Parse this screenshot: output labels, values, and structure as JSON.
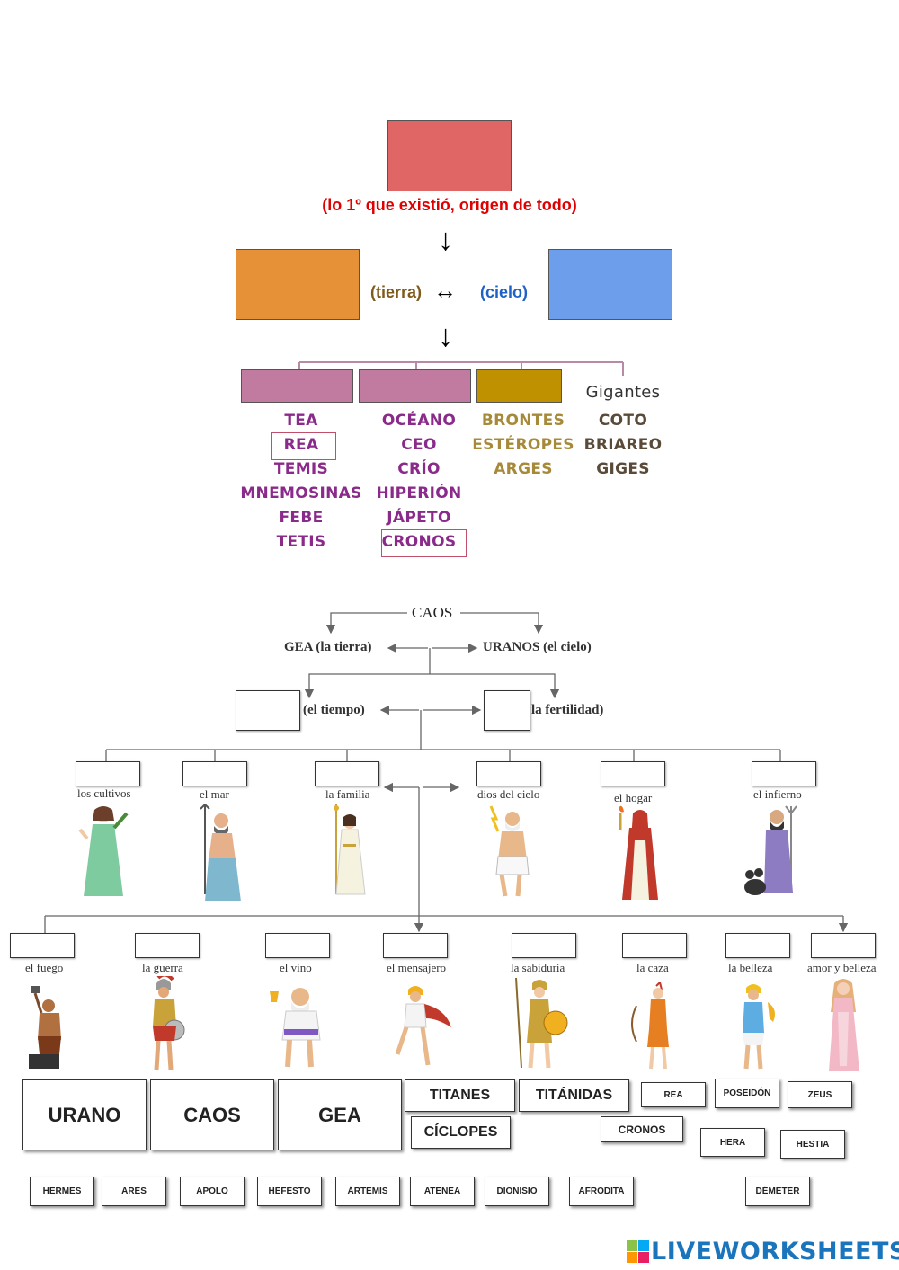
{
  "diagram1": {
    "caos_caption": "(lo 1º que existió, origen de todo)",
    "tierra_label": "(tierra)",
    "cielo_label": "(cielo)",
    "down_arrow": "↓",
    "double_arrow": "↔",
    "colors": {
      "caos": "#e06666",
      "gea": "#e69138",
      "urano": "#6d9eeb",
      "titanides": "#c27ba0",
      "titanes": "#c27ba0",
      "ciclopes": "#bf9000"
    },
    "gigantes_header": "Gigantes",
    "col1": [
      "TEA",
      "REA",
      "TEMIS",
      "MNEMOSINAS",
      "FEBE",
      "TETIS"
    ],
    "col2": [
      "OCÉANO",
      "CEO",
      "CRÍO",
      "HIPERIÓN",
      "JÁPETO",
      "CRONOS"
    ],
    "col3": [
      "BRONTES",
      "ESTÉROPES",
      "ARGES"
    ],
    "col4": [
      "COTO",
      "BRIAREO",
      "GIGES"
    ]
  },
  "diagram2": {
    "caos": "CAOS",
    "gea": "GEA (la tierra)",
    "uranos": "URANOS (el cielo)",
    "tiempo": "(el tiempo)",
    "fertilidad": "la fertilidad)",
    "row1": [
      "los cultivos",
      "el mar",
      "la familia",
      "dios del cielo",
      "el hogar",
      "el infierno"
    ],
    "row2": [
      "el fuego",
      "la guerra",
      "el vino",
      "el mensajero",
      "la sabiduria",
      "la caza",
      "la belleza",
      "amor y belleza"
    ]
  },
  "tiles": {
    "big": [
      "URANO",
      "CAOS",
      "GEA"
    ],
    "titanes": "TITANES",
    "titanidas": "TITÁNIDAS",
    "ciclopes": "CÍCLOPES",
    "rea": "REA",
    "cronos": "CRONOS",
    "poseidon": "POSEIDÓN",
    "zeus": "ZEUS",
    "hera": "HERA",
    "hestia": "HESTIA",
    "bottom": [
      "HERMES",
      "ARES",
      "APOLO",
      "HEFESTO",
      "ÁRTEMIS",
      "ATENEA",
      "DIONISIO",
      "AFRODITA"
    ],
    "demeter": "DÉMETER"
  },
  "footer": {
    "logo": "LIVEWORKSHEETS"
  }
}
